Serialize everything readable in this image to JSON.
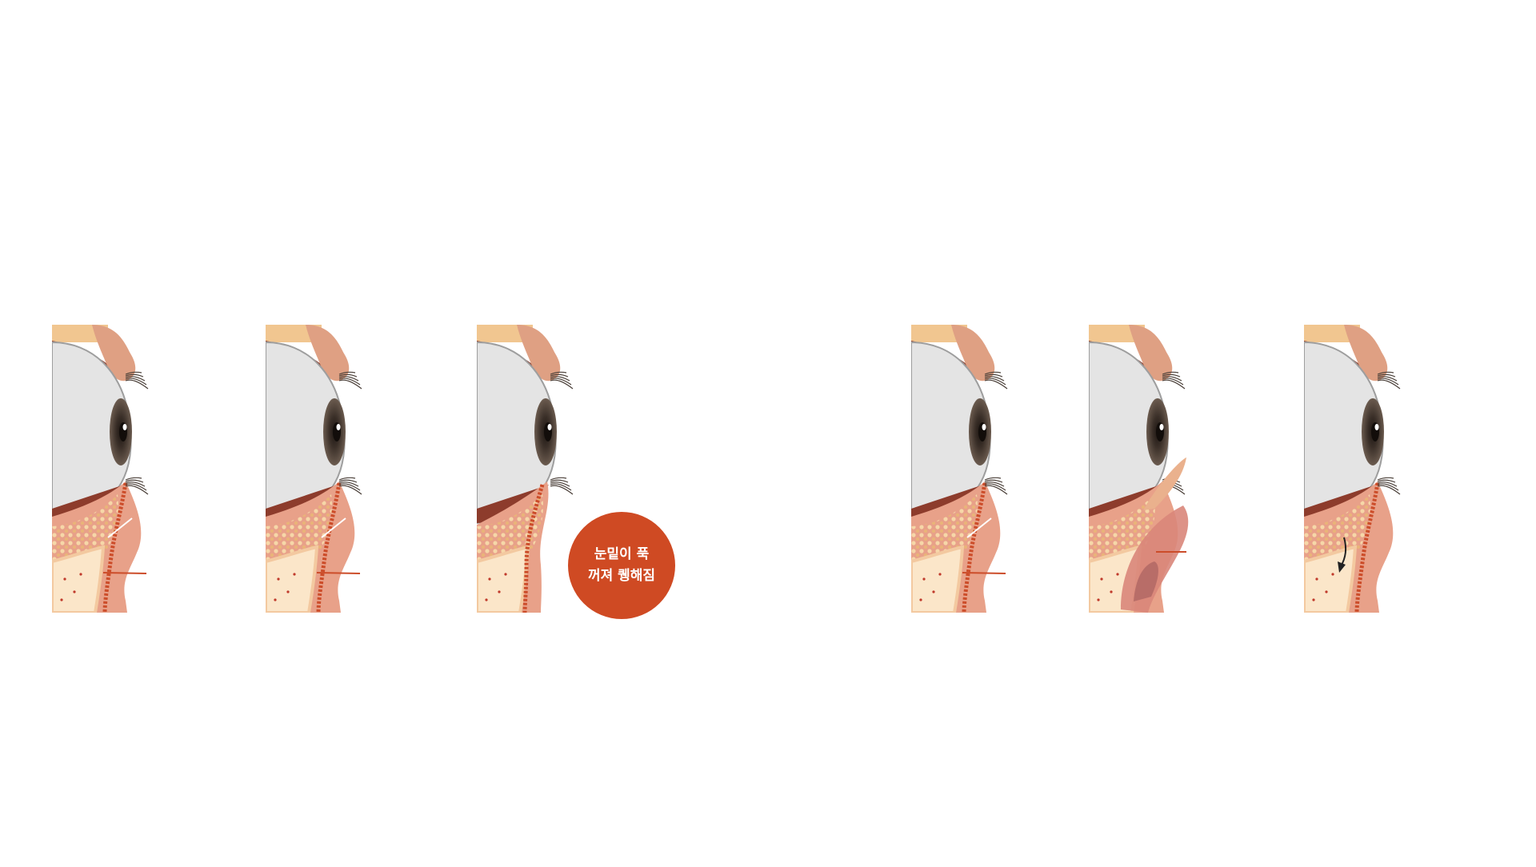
{
  "badge": {
    "line1": "눈밑이 푹",
    "line2": "꺼져 퀭해짐"
  },
  "colors": {
    "badge": "#cf4a23",
    "eyeball": "#e4e4e4",
    "fat": "#f1c690",
    "skin": "#e8a189",
    "muscle": "#cc4d2a",
    "bone": "#fbe6c9",
    "iris": "#4e4238"
  },
  "panels": [
    {
      "name": "panel-1",
      "variant": "normal"
    },
    {
      "name": "panel-2",
      "variant": "normal"
    },
    {
      "name": "panel-3",
      "variant": "sunken"
    },
    {
      "name": "panel-4",
      "variant": "normal"
    },
    {
      "name": "panel-5",
      "variant": "flap"
    },
    {
      "name": "panel-6",
      "variant": "arrow"
    }
  ]
}
